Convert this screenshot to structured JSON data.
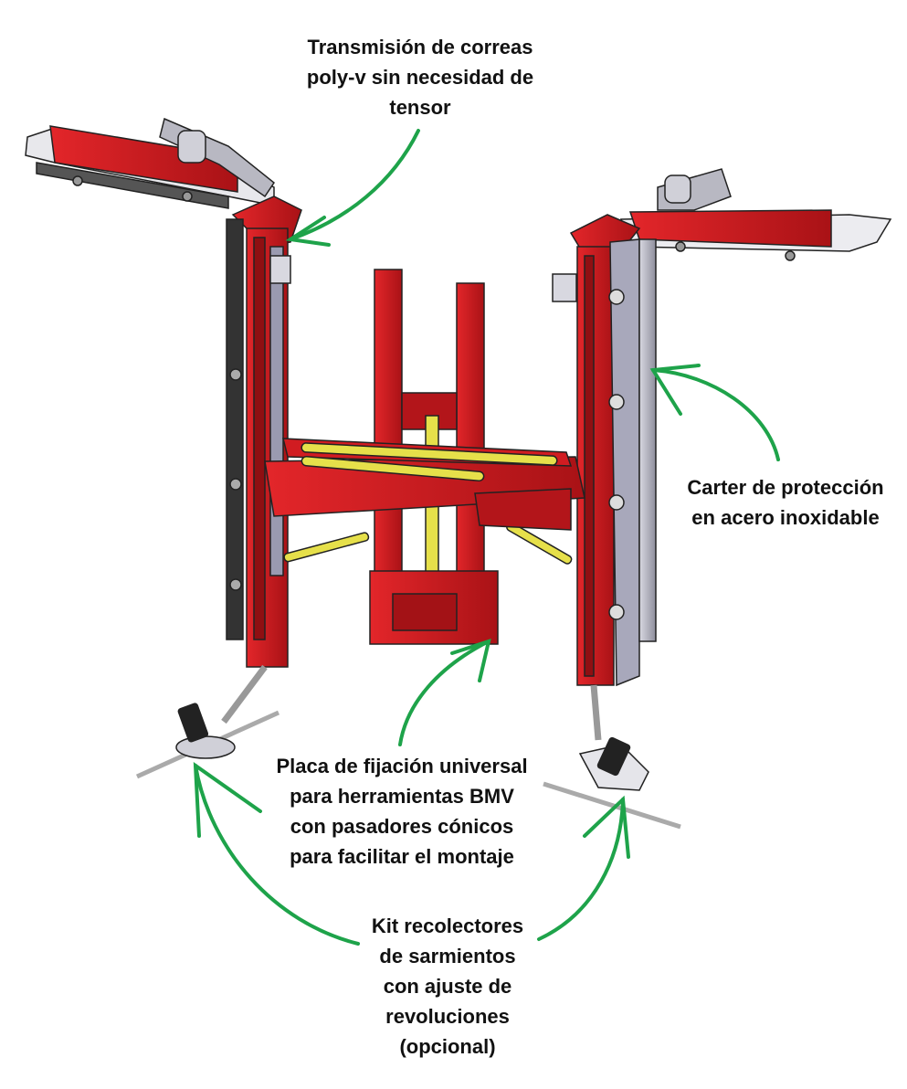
{
  "labels": {
    "transmision": [
      "Transmisión de correas",
      "poly-v sin necesidad de",
      "tensor"
    ],
    "carter": [
      "Carter de protección",
      "en acero inoxidable"
    ],
    "placa": [
      "Placa de fijación universal",
      "para herramientas BMV",
      "con pasadores cónicos",
      "para facilitar el montaje"
    ],
    "kit": [
      "Kit recolectores",
      "de sarmientos",
      "con ajuste de",
      "revoluciones",
      "(opcional)"
    ]
  },
  "colors": {
    "frame_red": "#c8161a",
    "frame_dark": "#8f0f12",
    "cylinder_yellow": "#e6e04a",
    "steel": "#b9b9c4",
    "arrow_green": "#1ea34a"
  }
}
